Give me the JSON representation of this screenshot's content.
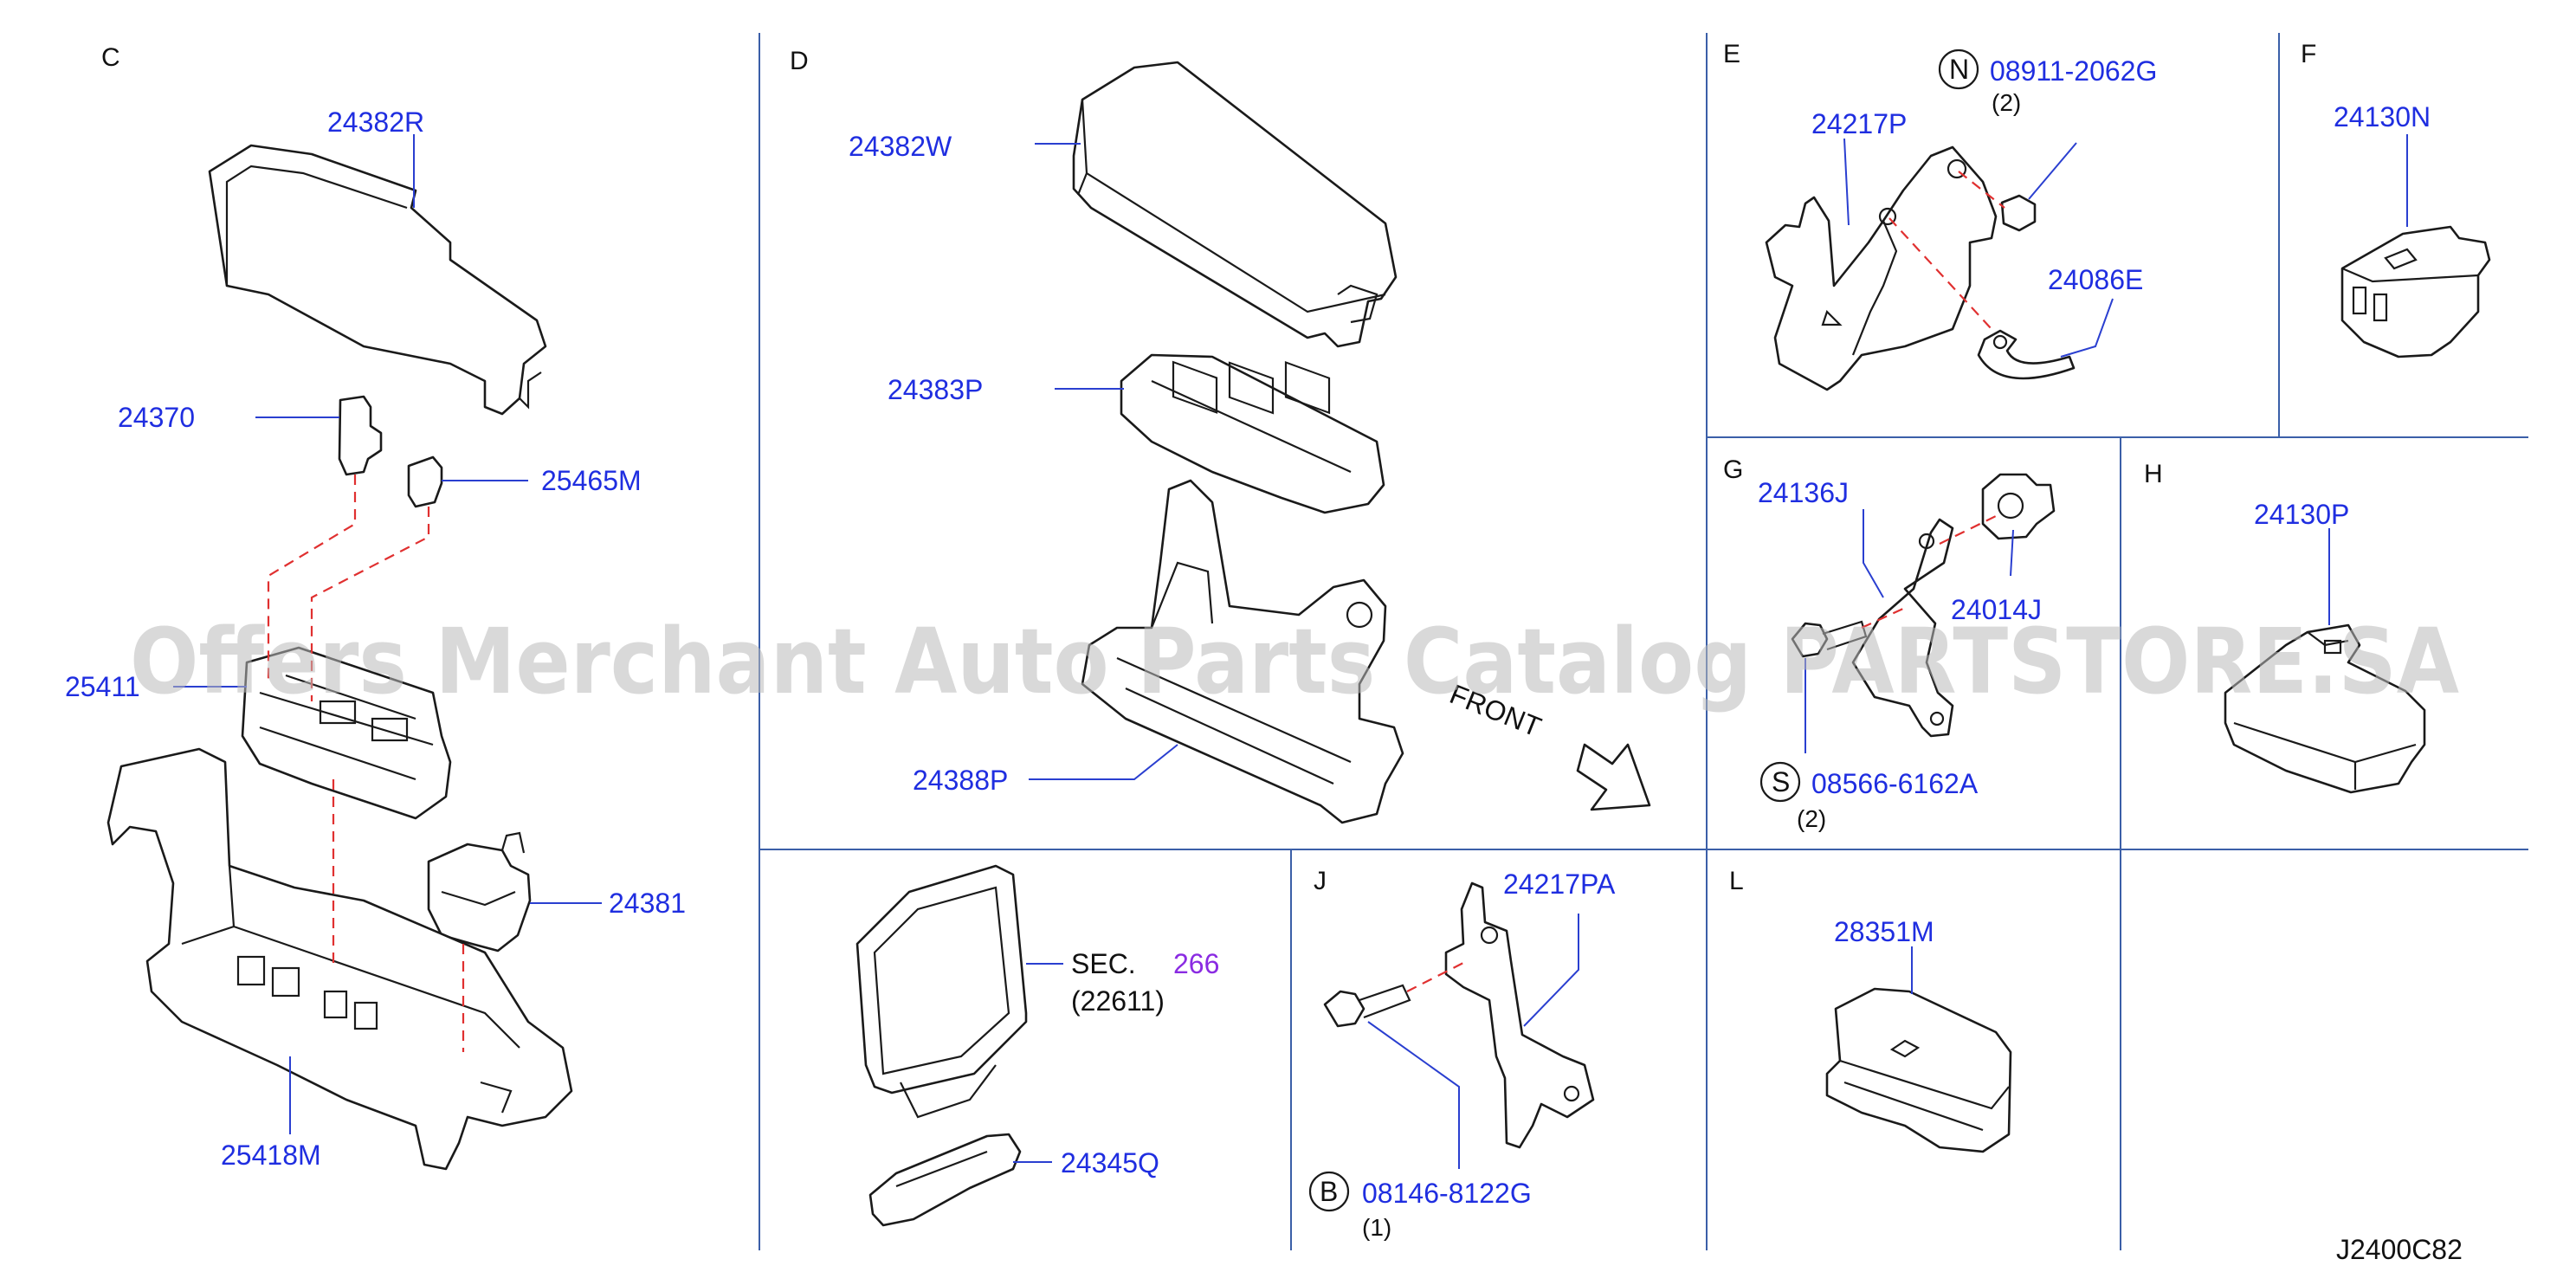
{
  "sections": [
    "C",
    "D",
    "E",
    "F",
    "G",
    "H",
    "J",
    "L"
  ],
  "parts": {
    "p24382R": "24382R",
    "p24370": "24370",
    "p25465M": "25465M",
    "p25411": "25411",
    "p24381": "24381",
    "p25418M": "25418M",
    "p24382W": "24382W",
    "p24383P": "24383P",
    "p24388P": "24388P",
    "p24217P": "24217P",
    "p08911": "08911-2062G",
    "p24086E": "24086E",
    "p24130N": "24130N",
    "p24136J": "24136J",
    "p24014J": "24014J",
    "p08566": "08566-6162A",
    "p24130P": "24130P",
    "p24345Q": "24345Q",
    "p24217PA": "24217PA",
    "p08146": "08146-8122G",
    "p28351M": "28351M"
  },
  "quantities": {
    "q08911": "(2)",
    "q08566": "(2)",
    "q08146": "(1)"
  },
  "symbols": {
    "N": "N",
    "S": "S",
    "B": "B"
  },
  "sec_ref": {
    "label": "SEC.",
    "number": "266",
    "sub": "(22611)"
  },
  "front_label": "FRONT",
  "diagram_code": "J2400C82",
  "watermark": "Offers Merchant Auto Parts Catalog PARTSTORE.SA",
  "colors": {
    "part_number": "#1f2ee0",
    "dashed_line": "#e03030",
    "grid": "#3b5fa8",
    "section_ref": "#8a2be2"
  }
}
